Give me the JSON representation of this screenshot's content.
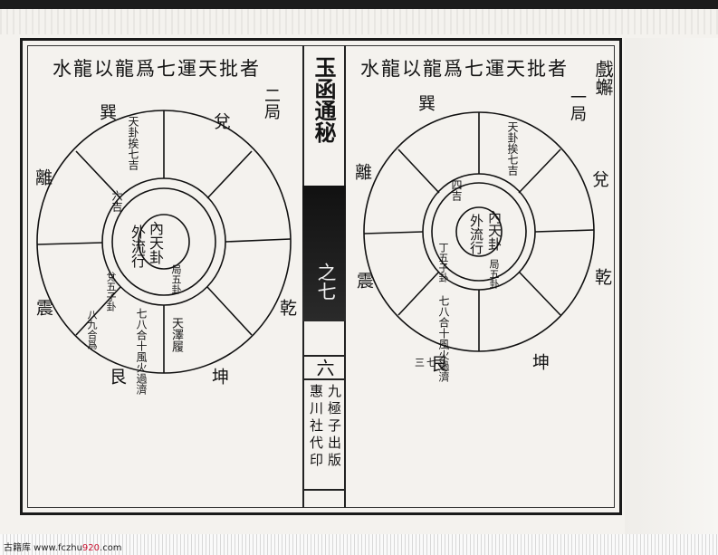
{
  "central_column": {
    "book_title": "玉函通秘",
    "volume_mark": "之七",
    "page_number": "六",
    "publisher": [
      "九極子出版",
      "惠川社代印"
    ]
  },
  "left_page": {
    "title": "水龍以龍爲七運天批者",
    "section": "二局",
    "center_text": [
      "內天卦",
      "外流行"
    ],
    "directions": [
      "巽",
      "離",
      "坤",
      "兌",
      "乾",
      "艮",
      "震"
    ],
    "notes": {
      "upper_sector": "天卦挨七吉",
      "upper_inner": "六吉",
      "lower_inner_left": "兌五子卦",
      "lower_inner_right": "局五卦",
      "lower_sector_left": "七八合十風火過濟",
      "lower_sector_right": "天澤履",
      "lower_sector_edge": "八九合爲"
    }
  },
  "right_page": {
    "title": "水龍以龍爲七運天批者",
    "section": "一局",
    "margin_note": "戲蠏",
    "center_text": [
      "內天卦",
      "外流行"
    ],
    "directions": [
      "巽",
      "離",
      "坤",
      "兌",
      "乾",
      "艮",
      "震"
    ],
    "notes": {
      "upper_sector": "天卦挨七吉",
      "upper_inner": "四吉",
      "lower_inner_left": "丁五子卦",
      "lower_inner_right": "局五卦",
      "lower_sector": "七八合十風火過濟",
      "lower_sector_edge": "三七"
    }
  }
}
